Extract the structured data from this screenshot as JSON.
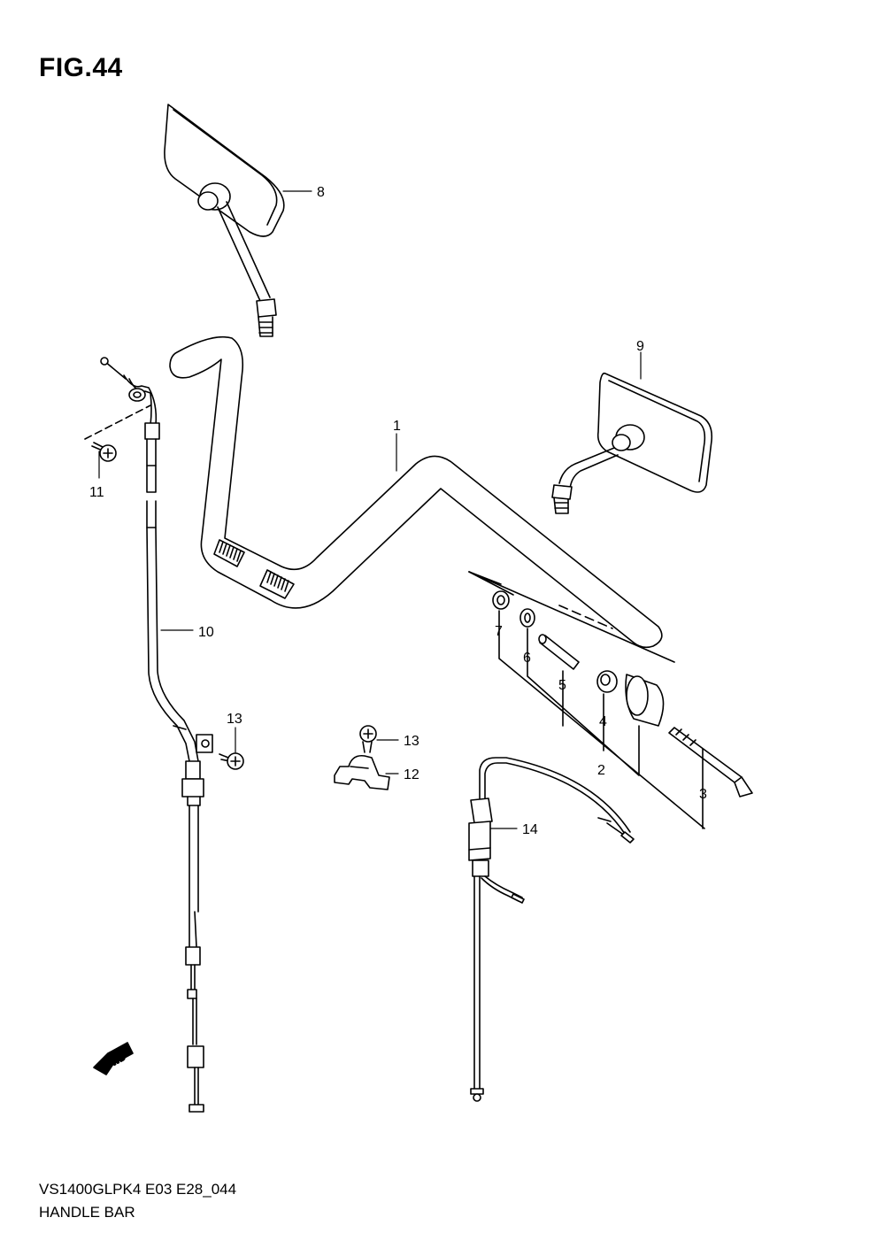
{
  "figure": {
    "title": "FIG.44",
    "code": "VS1400GLPK4 E03 E28_044",
    "name": "HANDLE BAR"
  },
  "callouts": [
    {
      "id": "p1",
      "label": "1"
    },
    {
      "id": "p2",
      "label": "2"
    },
    {
      "id": "p3",
      "label": "3"
    },
    {
      "id": "p4",
      "label": "4"
    },
    {
      "id": "p5",
      "label": "5"
    },
    {
      "id": "p6",
      "label": "6"
    },
    {
      "id": "p7",
      "label": "7"
    },
    {
      "id": "p8",
      "label": "8"
    },
    {
      "id": "p9",
      "label": "9"
    },
    {
      "id": "p10",
      "label": "10"
    },
    {
      "id": "p11",
      "label": "11"
    },
    {
      "id": "p12",
      "label": "12"
    },
    {
      "id": "p13a",
      "label": "13"
    },
    {
      "id": "p13b",
      "label": "13"
    },
    {
      "id": "p14",
      "label": "14"
    }
  ],
  "fwd_label": "FWD"
}
